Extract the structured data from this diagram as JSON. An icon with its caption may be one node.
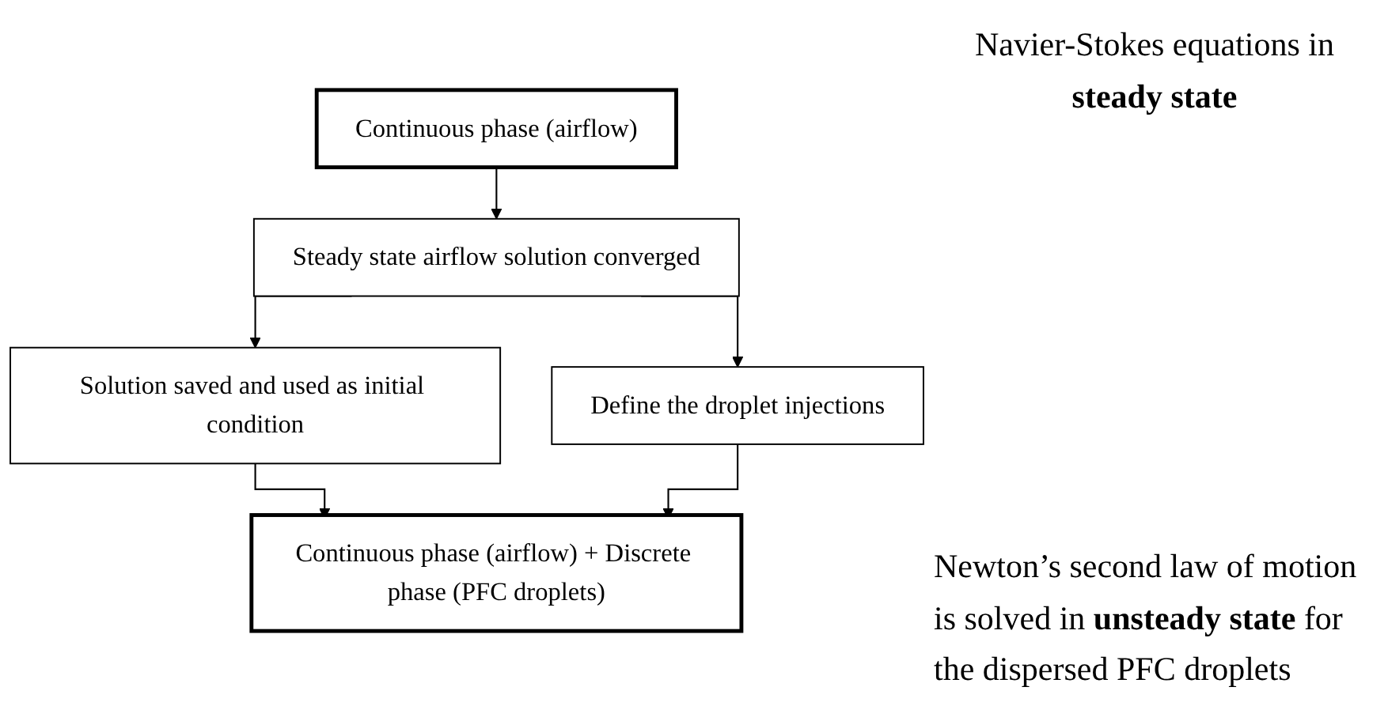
{
  "diagram": {
    "nodes": [
      {
        "text": [
          "Continuous phase (airflow)"
        ]
      },
      {
        "text": [
          "Steady state airflow solution converged"
        ]
      },
      {
        "text": [
          "Solution saved and used as initial condition"
        ]
      },
      {
        "text": [
          "Define the droplet injections"
        ]
      },
      {
        "text": [
          "Continuous phase (airflow) + Discrete phase (PFC droplets)"
        ]
      }
    ],
    "edges": [
      {
        "from": 0,
        "to": 1,
        "arrow": "to"
      },
      {
        "from": 1,
        "to": 2,
        "arrow": "to"
      },
      {
        "from": 1,
        "to": 3,
        "arrow": "to"
      },
      {
        "from": 2,
        "to": 4,
        "arrow": "to"
      },
      {
        "from": 3,
        "to": 4,
        "arrow": "to"
      }
    ],
    "labels": [
      "Navier-Stokes equations in **steady state**",
      "Newton’s second law of motion is solved in **unsteady state** for the dispersed PFC droplets"
    ]
  }
}
